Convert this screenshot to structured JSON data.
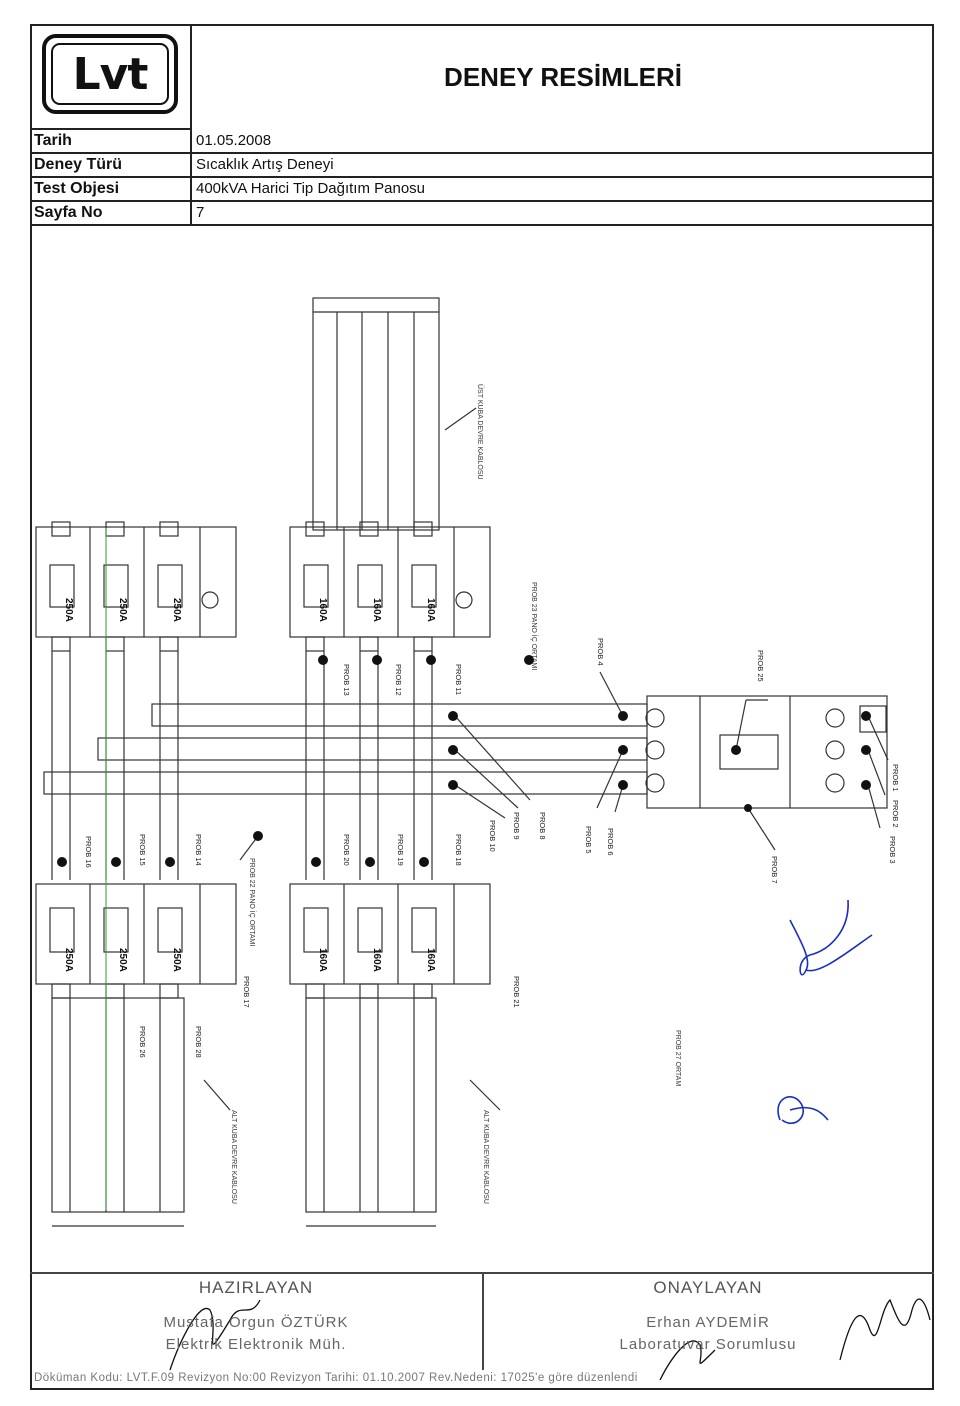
{
  "header": {
    "logo_text": "Lvt",
    "title": "DENEY RESİMLERİ"
  },
  "info": [
    {
      "label": "Tarih",
      "value": "01.05.2008"
    },
    {
      "label": "Deney Türü",
      "value": "Sıcaklık Artış Deneyi"
    },
    {
      "label": "Test Objesi",
      "value": "400kVA Harici Tip Dağıtım Panosu"
    },
    {
      "label": "Sayfa No",
      "value": "7"
    }
  ],
  "diagram": {
    "top_breakers": [
      "250A",
      "250A",
      "250A",
      "160A",
      "160A",
      "160A"
    ],
    "bottom_breakers": [
      "250A",
      "250A",
      "250A",
      "160A",
      "160A",
      "160A"
    ],
    "probe_labels": [
      "PROB 1",
      "PROB 2",
      "PROB 3",
      "PROB 4",
      "PROB 5",
      "PROB 6",
      "PROB 7",
      "PROB 8",
      "PROB 9",
      "PROB 10",
      "PROB 11",
      "PROB 12",
      "PROB 13",
      "PROB 14",
      "PROB 15",
      "PROB 16",
      "PROB 17",
      "PROB 18",
      "PROB 19",
      "PROB 20",
      "PROB 21",
      "PROB 25",
      "PROB 26",
      "PROB 28"
    ],
    "notes": [
      "ÜST KUBA DEVRE KABLOSU",
      "PROB 23 PANO İÇ ORTAMI",
      "PROB 22 PANO İÇ ORTAMI",
      "ALT KUBA DEVRE KABLOSU",
      "ALT KUBA DEVRE KABLOSU",
      "PROB 27 ORTAM"
    ]
  },
  "footer": {
    "prepared_heading": "HAZIRLAYAN",
    "prepared_name": "Mustafa Orgun ÖZTÜRK",
    "prepared_title": "Elektrik Elektronik Müh.",
    "approved_heading": "ONAYLAYAN",
    "approved_name": "Erhan AYDEMİR",
    "approved_title": "Laboratuvar Sorumlusu",
    "doc_code": "Döküman Kodu: LVT.F.09 Revizyon No:00 Revizyon Tarihi: 01.10.2007 Rev.Nedeni: 17025'e göre düzenlendi"
  }
}
